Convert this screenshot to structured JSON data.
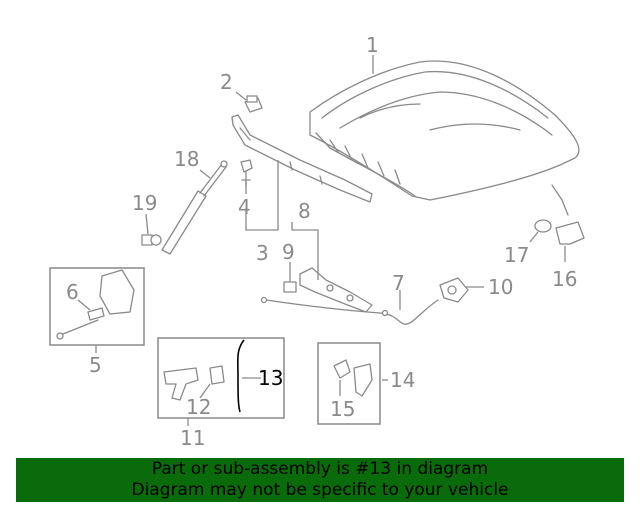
{
  "callouts": {
    "n1": "1",
    "n2": "2",
    "n3": "3",
    "n4": "4",
    "n5": "5",
    "n6": "6",
    "n7": "7",
    "n8": "8",
    "n9": "9",
    "n10": "10",
    "n11": "11",
    "n12": "12",
    "n13": "13",
    "n14": "14",
    "n15": "15",
    "n16": "16",
    "n17": "17",
    "n18": "18",
    "n19": "19"
  },
  "highlight": {
    "part_number": "13",
    "color": "#000000"
  },
  "colors": {
    "line": "#8a8a8a",
    "banner": "#0a6b0a"
  },
  "footer": {
    "line1": "Part or sub-assembly is #13 in diagram",
    "line2": "Diagram may not be specific to your vehicle"
  }
}
